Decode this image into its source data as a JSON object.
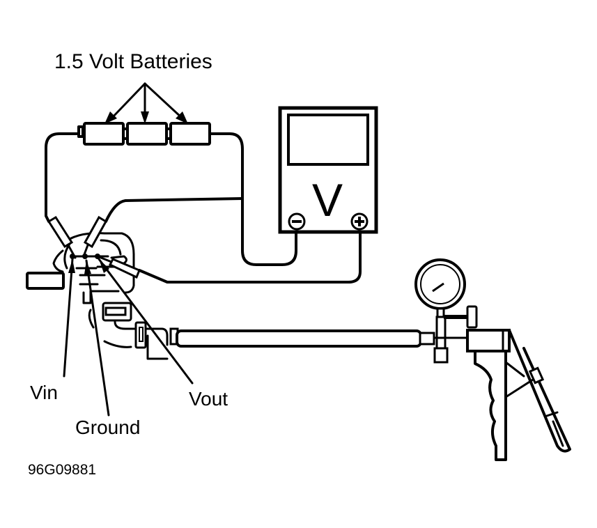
{
  "diagram": {
    "title_label": "1.5 Volt Batteries",
    "battery_count": 3,
    "meter": {
      "symbol": "V",
      "negative_terminal": "−",
      "positive_terminal": "+"
    },
    "pin_labels": {
      "vin": "Vin",
      "ground": "Ground",
      "vout": "Vout"
    },
    "figure_code": "96G09881",
    "components": [
      "batteries",
      "voltmeter",
      "sensor",
      "vacuum-hose",
      "vacuum-pump",
      "vacuum-gauge"
    ],
    "line_color": "#000000",
    "background_color": "#ffffff"
  }
}
